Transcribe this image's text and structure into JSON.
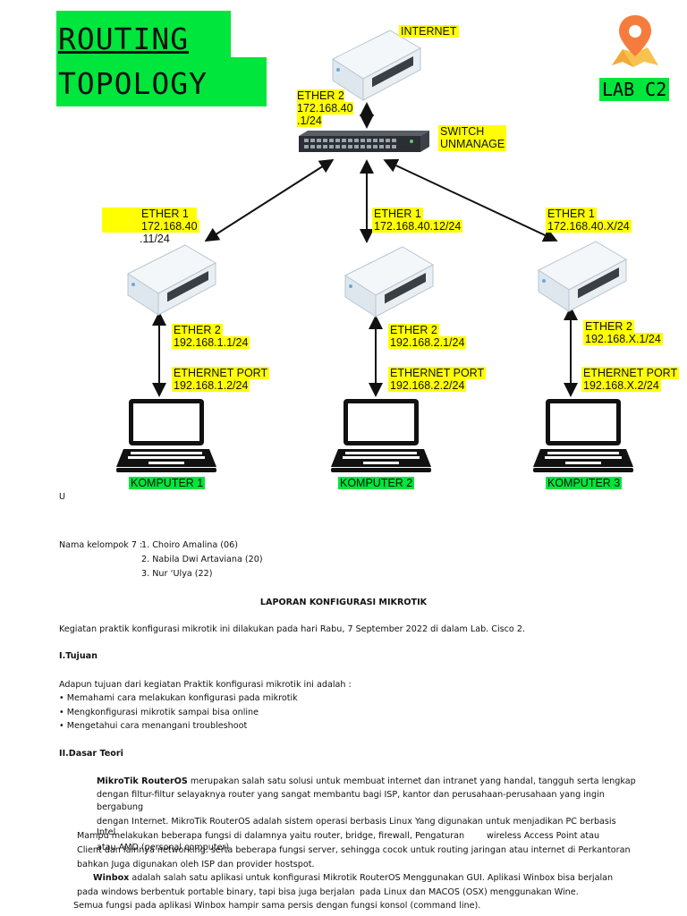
{
  "diagram": {
    "title_line1": "ROUTING",
    "title_line2": "TOPOLOGY",
    "lab": "LAB C2",
    "location_icon": "map-pin-icon",
    "internet_label": "INTERNET",
    "top_ether": [
      "ETHER 2",
      "172.168.40",
      ".1/24"
    ],
    "switch_label": [
      "SWITCH",
      "UNMANAGE"
    ],
    "r1_ether1": [
      "ETHER 1",
      "172.168.40",
      ".11/24"
    ],
    "r2_ether1": [
      "ETHER 1",
      "172.168.40.12/24"
    ],
    "r3_ether1": [
      "ETHER 1",
      "172.168.40.X/24"
    ],
    "r1_ether2": [
      "ETHER 2",
      "192.168.1.1/24"
    ],
    "r2_ether2": [
      "ETHER 2",
      "192.168.2.1/24"
    ],
    "r3_ether2": [
      "ETHER 2",
      "192.168.X.1/24"
    ],
    "pc1_port": [
      "ETHERNET PORT",
      "192.168.1.2/24"
    ],
    "pc2_port": [
      "ETHERNET PORT",
      "192.168.2.2/24"
    ],
    "pc3_port": [
      "ETHERNET PORT",
      "192.168.X.2/24"
    ],
    "pc1": "KOMPUTER 1",
    "pc2": "KOMPUTER 2",
    "pc3": "KOMPUTER 3"
  },
  "document": {
    "stray": "U",
    "group_label": "Nama kelompok 7 :",
    "members": [
      "1.  Choiro Amalina (06)",
      "2.  Nabila Dwi Artaviana (20)",
      "3.  Nur ‘Ulya (22)"
    ],
    "report_title": "LAPORAN KONFIGURASI MIKROTIK",
    "intro": "Kegiatan  praktik konfigurasi mikrotik ini dilakukan pada hari Rabu, 7 September 2022 di dalam Lab.  Cisco 2.",
    "section1": "I.Tujuan",
    "tujuan_intro": "Adapun tujuan dari kegiatan Praktik konfigurasi mikrotik ini adalah :",
    "tujuan_items": [
      "• Memahami cara melakukan konfigurasi pada mikrotik",
      "• Mengkonfigurasi mikrotik sampai bisa online",
      "• Mengetahui cara menangani troubleshoot"
    ],
    "section2": "II.Dasar Teori",
    "p1_bold": "MikroTik RouterOS",
    "p1_rest": " merupakan salah satu solusi untuk membuat internet dan intranet yang handal, tangguh serta lengkap",
    "p1_l2": "dengan filtur-filtur selayaknya router yang sangat membantu bagi ISP, kantor dan perusahaan-perusahaan yang ingin",
    "p1_l3": "bergabung",
    "p1_l4": "dengan Internet.  MikroTik RouterOS adalah sistem operasi berbasis Linux Yang digunakan untuk menjadikan PC berbasis",
    "p1_l5a": "Mampu melakukan beberapa fungsi di dalamnya yaitu router, bridge, firewall, Pengaturan",
    "p1_l5b": "wireless Access Point atau",
    "p1_l5c": "Intel",
    "p1_l6a": "Client dan lainnya networking. serta beberapa fungsi server, sehingga cocok untuk routing jaringan atau internet di Perkantoran",
    "p1_l6b": "atau AMD (personal computer)",
    "p1_l7": "bahkan Juga digunakan oleh ISP dan provider hostspot.",
    "p2_bold": "Winbox",
    "p2_rest": " adalah salah satu aplikasi untuk konfigurasi Mikrotik RouterOS Menggunakan GUI.  Aplikasi Winbox bisa berjalan",
    "p2_l2a": "pada windows berbentuk portable binary, tapi bisa juga berjalan",
    "p2_l2b": "pada Linux dan MACOS (OSX) menggunakan Wine.",
    "p2_l3": "Semua fungsi pada aplikasi Winbox hampir sama persis dengan fungsi konsol (command line)."
  },
  "colors": {
    "highlight": "#ffff00",
    "green": "#00e63c",
    "pin": "#f57c3c"
  }
}
